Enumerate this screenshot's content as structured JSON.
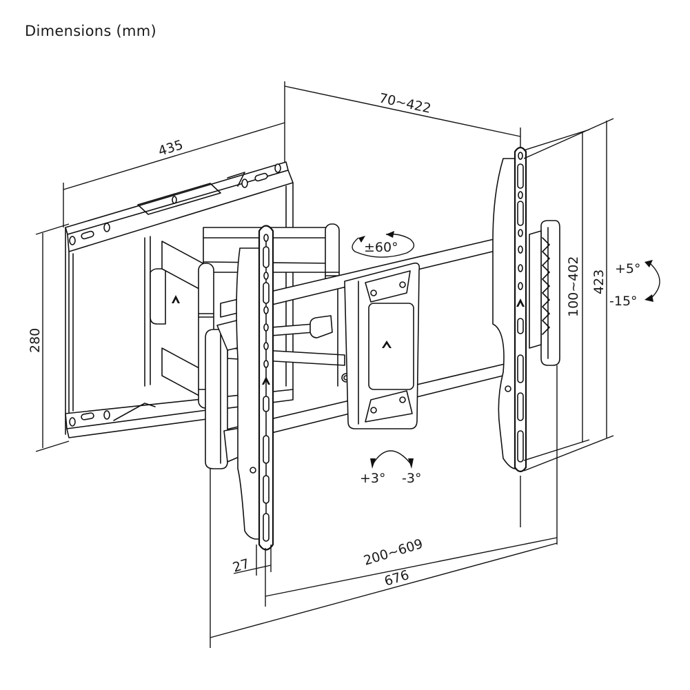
{
  "title": "Dimensions (mm)",
  "dimensions": {
    "wall_plate_width": "435",
    "wall_plate_height": "280",
    "extension": "70~422",
    "vesa_vertical": "100~402",
    "overall_height": "423",
    "vesa_horizontal": "200~609",
    "overall_width": "676",
    "tv_bracket_depth": "27"
  },
  "rotation": {
    "swivel": "±60°",
    "tilt_up": "+5°",
    "tilt_down": "-15°",
    "level_plus": "+3°",
    "level_minus": "-3°"
  },
  "colors": {
    "line": "#111111",
    "background": "#ffffff"
  }
}
